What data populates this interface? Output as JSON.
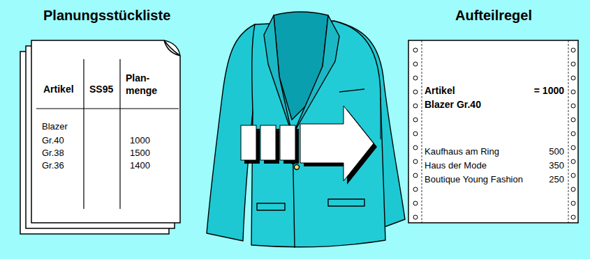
{
  "diagram": {
    "nodes": [
      {
        "text": [
          "Planungsstückliste",
          "Artikel",
          "SS95",
          "Plan- menge",
          "Blazer",
          "Gr.40",
          "Gr.38",
          "Gr.36",
          "1000",
          "1500",
          "1400"
        ]
      },
      {
        "text": [
          "Aufteilregel",
          "Artikel",
          "= 1000",
          "Blazer Gr.40",
          "Kaufhaus am Ring",
          "500",
          "Haus der Mode",
          "350",
          "Boutique Young Fashion",
          "250"
        ]
      }
    ]
  }
}
